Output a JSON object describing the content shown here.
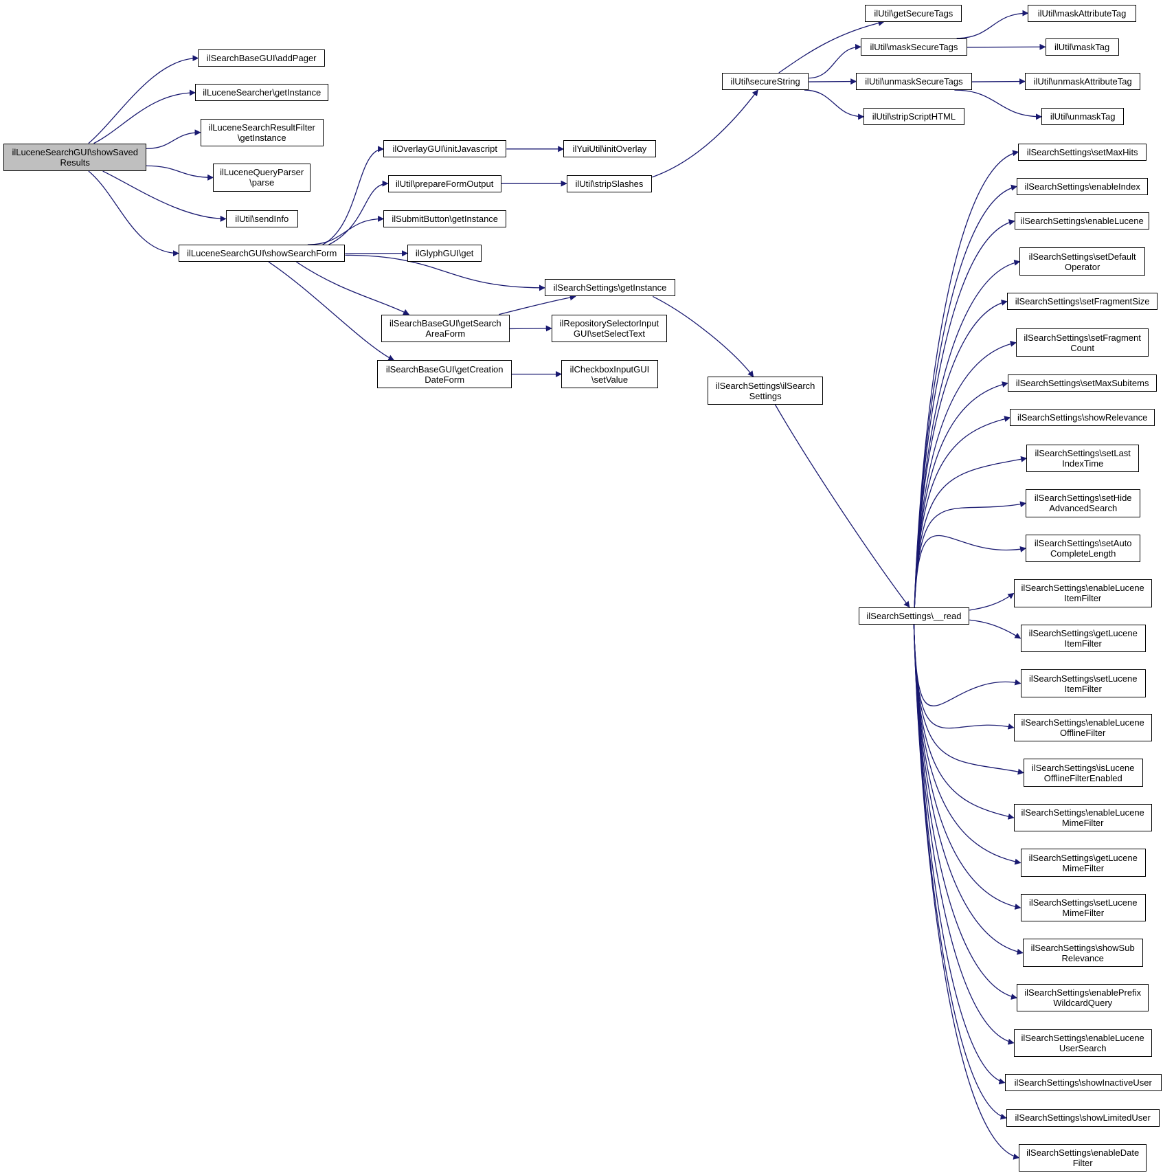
{
  "colors": {
    "edge": "#191970",
    "node_border": "#000000",
    "root_fill": "#bfbfbf",
    "node_fill": "#ffffff"
  },
  "nodes": [
    {
      "id": "root",
      "label": "ilLuceneSearchGUI\\showSaved\nResults"
    },
    {
      "id": "addPager",
      "label": "ilSearchBaseGUI\\addPager"
    },
    {
      "id": "searcherGetInstance",
      "label": "ilLuceneSearcher\\getInstance"
    },
    {
      "id": "resultFilterGetInstance",
      "label": "ilLuceneSearchResultFilter\n\\getInstance"
    },
    {
      "id": "queryParserParse",
      "label": "ilLuceneQueryParser\n\\parse"
    },
    {
      "id": "sendInfo",
      "label": "ilUtil\\sendInfo"
    },
    {
      "id": "showSearchForm",
      "label": "ilLuceneSearchGUI\\showSearchForm"
    },
    {
      "id": "initJavascript",
      "label": "ilOverlayGUI\\initJavascript"
    },
    {
      "id": "prepareFormOutput",
      "label": "ilUtil\\prepareFormOutput"
    },
    {
      "id": "submitButtonGetInstance",
      "label": "ilSubmitButton\\getInstance"
    },
    {
      "id": "glyphGet",
      "label": "ilGlyphGUI\\get"
    },
    {
      "id": "settingsGetInstance",
      "label": "ilSearchSettings\\getInstance"
    },
    {
      "id": "getSearchAreaForm",
      "label": "ilSearchBaseGUI\\getSearch\nAreaForm"
    },
    {
      "id": "getCreationDateForm",
      "label": "ilSearchBaseGUI\\getCreation\nDateForm"
    },
    {
      "id": "initOverlay",
      "label": "ilYuiUtil\\initOverlay"
    },
    {
      "id": "stripSlashes",
      "label": "ilUtil\\stripSlashes"
    },
    {
      "id": "setSelectText",
      "label": "ilRepositorySelectorInput\nGUI\\setSelectText"
    },
    {
      "id": "checkboxSetValue",
      "label": "ilCheckboxInputGUI\n\\setValue"
    },
    {
      "id": "secureString",
      "label": "ilUtil\\secureString"
    },
    {
      "id": "getSecureTags",
      "label": "ilUtil\\getSecureTags"
    },
    {
      "id": "maskSecureTags",
      "label": "ilUtil\\maskSecureTags"
    },
    {
      "id": "unmaskSecureTags",
      "label": "ilUtil\\unmaskSecureTags"
    },
    {
      "id": "stripScriptHTML",
      "label": "ilUtil\\stripScriptHTML"
    },
    {
      "id": "maskAttributeTag",
      "label": "ilUtil\\maskAttributeTag"
    },
    {
      "id": "maskTag",
      "label": "ilUtil\\maskTag"
    },
    {
      "id": "unmaskAttributeTag",
      "label": "ilUtil\\unmaskAttributeTag"
    },
    {
      "id": "unmaskTag",
      "label": "ilUtil\\unmaskTag"
    },
    {
      "id": "ilSearchSettingsCtor",
      "label": "ilSearchSettings\\ilSearch\nSettings"
    },
    {
      "id": "read",
      "label": "ilSearchSettings\\__read"
    },
    {
      "id": "setMaxHits",
      "label": "ilSearchSettings\\setMaxHits"
    },
    {
      "id": "enableIndex",
      "label": "ilSearchSettings\\enableIndex"
    },
    {
      "id": "enableLucene",
      "label": "ilSearchSettings\\enableLucene"
    },
    {
      "id": "setDefaultOperator",
      "label": "ilSearchSettings\\setDefault\nOperator"
    },
    {
      "id": "setFragmentSize",
      "label": "ilSearchSettings\\setFragmentSize"
    },
    {
      "id": "setFragmentCount",
      "label": "ilSearchSettings\\setFragment\nCount"
    },
    {
      "id": "setMaxSubitems",
      "label": "ilSearchSettings\\setMaxSubitems"
    },
    {
      "id": "showRelevance",
      "label": "ilSearchSettings\\showRelevance"
    },
    {
      "id": "setLastIndexTime",
      "label": "ilSearchSettings\\setLast\nIndexTime"
    },
    {
      "id": "setHideAdvancedSearch",
      "label": "ilSearchSettings\\setHide\nAdvancedSearch"
    },
    {
      "id": "setAutoCompleteLength",
      "label": "ilSearchSettings\\setAuto\nCompleteLength"
    },
    {
      "id": "enableLuceneItemFilter",
      "label": "ilSearchSettings\\enableLucene\nItemFilter"
    },
    {
      "id": "getLuceneItemFilter",
      "label": "ilSearchSettings\\getLucene\nItemFilter"
    },
    {
      "id": "setLuceneItemFilter",
      "label": "ilSearchSettings\\setLucene\nItemFilter"
    },
    {
      "id": "enableLuceneOfflineFilter",
      "label": "ilSearchSettings\\enableLucene\nOfflineFilter"
    },
    {
      "id": "isLuceneOfflineFilterEnabled",
      "label": "ilSearchSettings\\isLucene\nOfflineFilterEnabled"
    },
    {
      "id": "enableLuceneMimeFilter",
      "label": "ilSearchSettings\\enableLucene\nMimeFilter"
    },
    {
      "id": "getLuceneMimeFilter",
      "label": "ilSearchSettings\\getLucene\nMimeFilter"
    },
    {
      "id": "setLuceneMimeFilter",
      "label": "ilSearchSettings\\setLucene\nMimeFilter"
    },
    {
      "id": "showSubRelevance",
      "label": "ilSearchSettings\\showSub\nRelevance"
    },
    {
      "id": "enablePrefixWildcardQuery",
      "label": "ilSearchSettings\\enablePrefix\nWildcardQuery"
    },
    {
      "id": "enableLuceneUserSearch",
      "label": "ilSearchSettings\\enableLucene\nUserSearch"
    },
    {
      "id": "showInactiveUser",
      "label": "ilSearchSettings\\showInactiveUser"
    },
    {
      "id": "showLimitedUser",
      "label": "ilSearchSettings\\showLimitedUser"
    },
    {
      "id": "enableDateFilter",
      "label": "ilSearchSettings\\enableDate\nFilter"
    }
  ],
  "edges": [
    [
      "root",
      "addPager"
    ],
    [
      "root",
      "searcherGetInstance"
    ],
    [
      "root",
      "resultFilterGetInstance"
    ],
    [
      "root",
      "queryParserParse"
    ],
    [
      "root",
      "sendInfo"
    ],
    [
      "root",
      "showSearchForm"
    ],
    [
      "showSearchForm",
      "initJavascript"
    ],
    [
      "showSearchForm",
      "prepareFormOutput"
    ],
    [
      "showSearchForm",
      "submitButtonGetInstance"
    ],
    [
      "showSearchForm",
      "glyphGet"
    ],
    [
      "showSearchForm",
      "settingsGetInstance"
    ],
    [
      "showSearchForm",
      "getSearchAreaForm"
    ],
    [
      "showSearchForm",
      "getCreationDateForm"
    ],
    [
      "initJavascript",
      "initOverlay"
    ],
    [
      "prepareFormOutput",
      "stripSlashes"
    ],
    [
      "getSearchAreaForm",
      "settingsGetInstance"
    ],
    [
      "getSearchAreaForm",
      "setSelectText"
    ],
    [
      "getCreationDateForm",
      "checkboxSetValue"
    ],
    [
      "stripSlashes",
      "secureString"
    ],
    [
      "secureString",
      "getSecureTags"
    ],
    [
      "secureString",
      "maskSecureTags"
    ],
    [
      "secureString",
      "unmaskSecureTags"
    ],
    [
      "secureString",
      "stripScriptHTML"
    ],
    [
      "maskSecureTags",
      "maskAttributeTag"
    ],
    [
      "maskSecureTags",
      "maskTag"
    ],
    [
      "unmaskSecureTags",
      "unmaskAttributeTag"
    ],
    [
      "unmaskSecureTags",
      "unmaskTag"
    ],
    [
      "settingsGetInstance",
      "ilSearchSettingsCtor"
    ],
    [
      "ilSearchSettingsCtor",
      "read"
    ],
    [
      "read",
      "setMaxHits"
    ],
    [
      "read",
      "enableIndex"
    ],
    [
      "read",
      "enableLucene"
    ],
    [
      "read",
      "setDefaultOperator"
    ],
    [
      "read",
      "setFragmentSize"
    ],
    [
      "read",
      "setFragmentCount"
    ],
    [
      "read",
      "setMaxSubitems"
    ],
    [
      "read",
      "showRelevance"
    ],
    [
      "read",
      "setLastIndexTime"
    ],
    [
      "read",
      "setHideAdvancedSearch"
    ],
    [
      "read",
      "setAutoCompleteLength"
    ],
    [
      "read",
      "enableLuceneItemFilter"
    ],
    [
      "read",
      "getLuceneItemFilter"
    ],
    [
      "read",
      "setLuceneItemFilter"
    ],
    [
      "read",
      "enableLuceneOfflineFilter"
    ],
    [
      "read",
      "isLuceneOfflineFilterEnabled"
    ],
    [
      "read",
      "enableLuceneMimeFilter"
    ],
    [
      "read",
      "getLuceneMimeFilter"
    ],
    [
      "read",
      "setLuceneMimeFilter"
    ],
    [
      "read",
      "showSubRelevance"
    ],
    [
      "read",
      "enablePrefixWildcardQuery"
    ],
    [
      "read",
      "enableLuceneUserSearch"
    ],
    [
      "read",
      "showInactiveUser"
    ],
    [
      "read",
      "showLimitedUser"
    ],
    [
      "read",
      "enableDateFilter"
    ]
  ]
}
